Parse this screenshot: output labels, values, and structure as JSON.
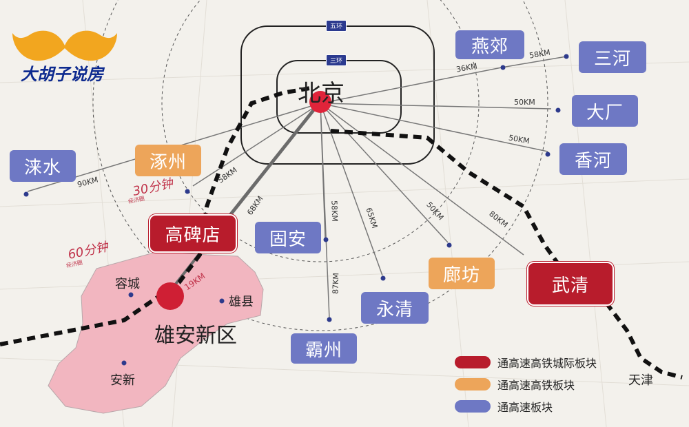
{
  "brand": {
    "name": "大胡子说房",
    "colors": {
      "mustache": "#f2a61f",
      "text": "#0d2a8f"
    }
  },
  "map": {
    "center_city": "北京",
    "rings": {
      "fifth": "五环",
      "third": "三环"
    },
    "labels": {
      "xiongan": "雄安新区",
      "rongcheng": "容城",
      "xiongxian": "雄县",
      "anxin": "安新",
      "tianjin": "天津"
    },
    "time_notes": {
      "t30": "30分钟",
      "t30_sub": "经济圈",
      "t60": "60分钟",
      "t60_sub": "经济圈"
    },
    "nodes": {
      "yanjiao": "燕郊",
      "sanhe": "三河",
      "dachang": "大厂",
      "xianghe": "香河",
      "laishui": "涞水",
      "zhuozhou": "涿州",
      "gaobeidian": "高碑店",
      "guan": "固安",
      "langfang": "廊坊",
      "wuqing": "武清",
      "yongqing": "永清",
      "bazhou": "霸州"
    },
    "distances": {
      "yanjiao": "36KM",
      "sanhe": "58KM",
      "dachang": "50KM",
      "xianghe": "50KM",
      "laishui": "90KM",
      "zhuozhou": "58KM",
      "gaobeidian": "68KM",
      "guan": "58KM",
      "bazhou": "87KM",
      "yongqing": "65KM",
      "langfang": "50KM",
      "wuqing": "80KM",
      "xiongan_local": "19KM"
    },
    "colors": {
      "intercity": "#b81c2c",
      "highspeed_rail": "#eda55a",
      "highway": "#6e78c4",
      "xiongan_area": "#f2b6c0"
    }
  },
  "legend": {
    "items": [
      {
        "label": "通高速高铁城际板块",
        "color": "#b81c2c"
      },
      {
        "label": "通高速高铁板块",
        "color": "#eda55a"
      },
      {
        "label": "通高速板块",
        "color": "#6e78c4"
      }
    ]
  }
}
